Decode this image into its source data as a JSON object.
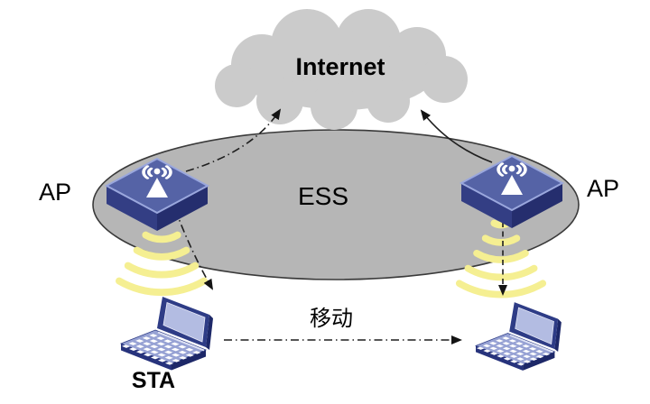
{
  "labels": {
    "internet": "Internet",
    "ess": "ESS",
    "ap_left": "AP",
    "ap_right": "AP",
    "sta": "STA",
    "move": "移动"
  },
  "icons": {
    "cloud": "internet-cloud-icon",
    "access_point": "wireless-ap-icon",
    "wifi_waves": "wifi-waves-icon",
    "laptop": "laptop-icon",
    "arrowhead": "arrowhead-icon"
  },
  "colors": {
    "cloud_fill": "#cbcbcb",
    "ess_fill": "#b6b6b6",
    "ess_stroke": "#3a3a3a",
    "ap_top": "#5563a6",
    "ap_face_left": "#333e84",
    "ap_face_right": "#252e6e",
    "wave_yellow": "#f5ef92",
    "laptop_frame": "#2e3c86",
    "laptop_screen": "#b3bce2",
    "laptop_base": "#97a2d4",
    "line": "#1f1f1f"
  }
}
